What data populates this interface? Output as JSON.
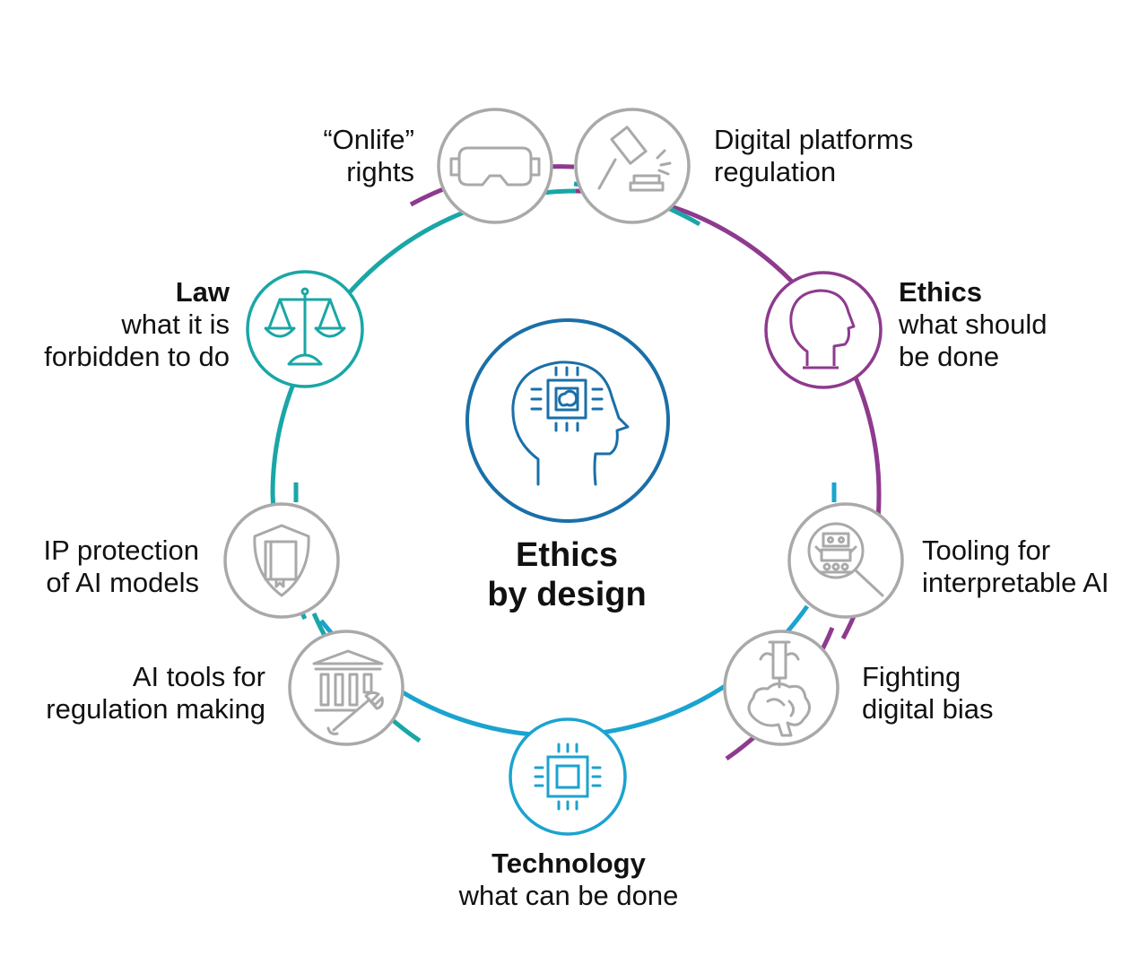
{
  "center": {
    "title_line1": "Ethics",
    "title_line2": "by design",
    "icon": "head-with-chip-icon"
  },
  "nodes": {
    "onlife": {
      "line1": "“Onlife”",
      "line2": "rights",
      "icon": "vr-goggles-icon"
    },
    "platforms": {
      "line1": "Digital platforms",
      "line2": "regulation",
      "icon": "gavel-icon"
    },
    "ethics": {
      "title": "Ethics",
      "line1": "what should",
      "line2": "be done",
      "icon": "head-outline-icon"
    },
    "tooling": {
      "line1": "Tooling for",
      "line2": "interpretable AI",
      "icon": "robot-magnifier-icon"
    },
    "bias": {
      "line1": "Fighting",
      "line2": "digital bias",
      "icon": "brain-pipette-icon"
    },
    "technology": {
      "title": "Technology",
      "line1": "what can be done",
      "icon": "chip-icon"
    },
    "ai_tools": {
      "line1": "AI tools for",
      "line2": "regulation making",
      "icon": "building-wrench-icon"
    },
    "ip": {
      "line1": "IP protection",
      "line2": "of AI models",
      "icon": "shield-book-icon"
    },
    "law": {
      "title": "Law",
      "line1": "what it is",
      "line2": "forbidden to do",
      "icon": "scales-icon"
    }
  },
  "colors": {
    "law": "#1aa6a6",
    "ethics": "#8e3a8e",
    "technology": "#1ba3cf",
    "center": "#1a6fa8",
    "grey": "#a9a9a9"
  }
}
